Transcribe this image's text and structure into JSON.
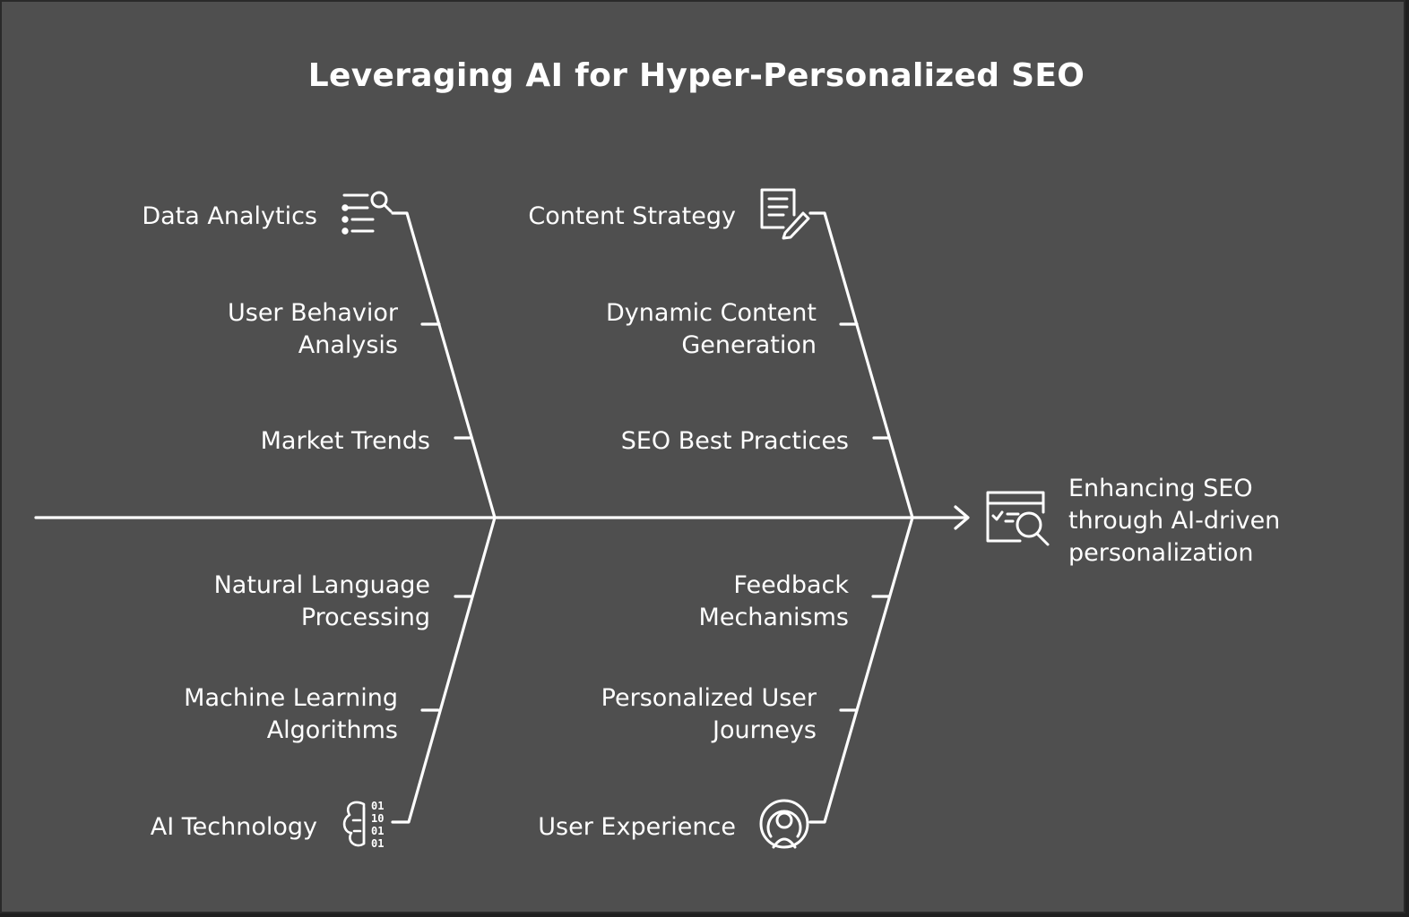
{
  "title": "Leveraging AI for Hyper-Personalized SEO",
  "effect": {
    "line1": "Enhancing SEO",
    "line2": "through AI-driven",
    "line3": "personalization",
    "icon": "search-analysis-icon"
  },
  "categories": {
    "data_analytics": {
      "label": "Data Analytics",
      "icon": "checklist-search-icon",
      "causes": [
        {
          "line1": "User Behavior",
          "line2": "Analysis"
        },
        {
          "line1": "Market Trends"
        }
      ]
    },
    "content_strategy": {
      "label": "Content Strategy",
      "icon": "document-pencil-icon",
      "causes": [
        {
          "line1": "Dynamic Content",
          "line2": "Generation"
        },
        {
          "line1": "SEO Best Practices"
        }
      ]
    },
    "ai_technology": {
      "label": "AI Technology",
      "icon": "brain-binary-icon",
      "causes": [
        {
          "line1": "Natural Language",
          "line2": "Processing"
        },
        {
          "line1": "Machine Learning",
          "line2": "Algorithms"
        }
      ]
    },
    "user_experience": {
      "label": "User Experience",
      "icon": "user-broadcast-icon",
      "causes": [
        {
          "line1": "Feedback",
          "line2": "Mechanisms"
        },
        {
          "line1": "Personalized User",
          "line2": "Journeys"
        }
      ]
    }
  },
  "colors": {
    "background": "#4f4f4f",
    "stroke": "#ffffff",
    "text": "#ffffff"
  }
}
